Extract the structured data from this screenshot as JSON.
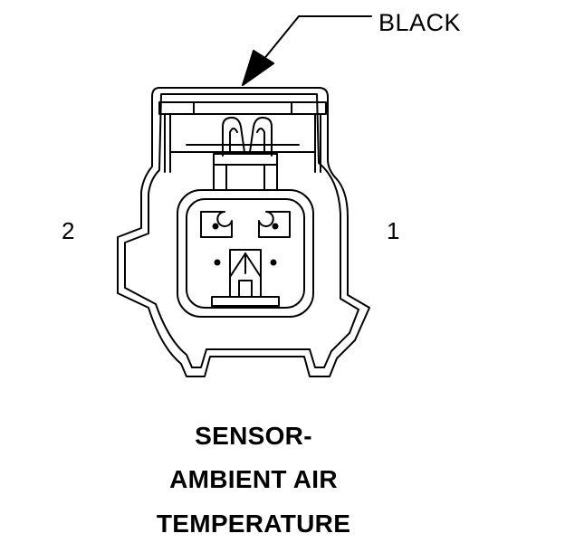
{
  "connector": {
    "color_label": "BLACK",
    "pin_left": "2",
    "pin_right": "1"
  },
  "caption": {
    "line1": "SENSOR-",
    "line2": "AMBIENT AIR",
    "line3": "TEMPERATURE"
  },
  "colors": {
    "ink": "#000000",
    "background": "#ffffff"
  }
}
